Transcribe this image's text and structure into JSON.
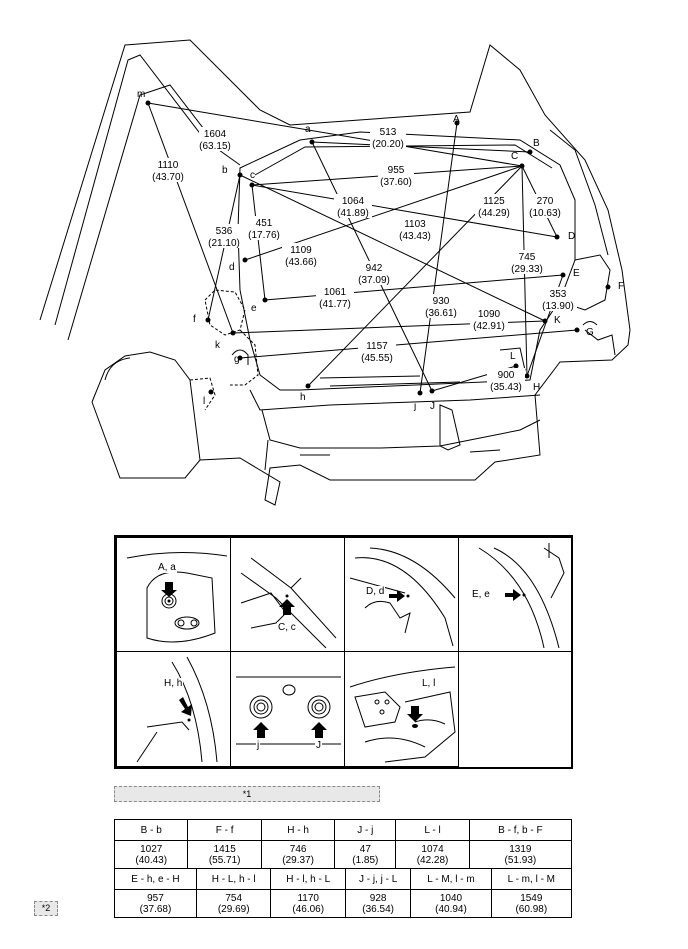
{
  "points": [
    {
      "id": "m",
      "label": "m"
    },
    {
      "id": "a",
      "label": "a"
    },
    {
      "id": "A",
      "label": "A"
    },
    {
      "id": "B",
      "label": "B"
    },
    {
      "id": "C",
      "label": "C"
    },
    {
      "id": "b",
      "label": "b"
    },
    {
      "id": "c",
      "label": "c"
    },
    {
      "id": "D",
      "label": "D"
    },
    {
      "id": "d",
      "label": "d"
    },
    {
      "id": "E",
      "label": "E"
    },
    {
      "id": "e",
      "label": "e"
    },
    {
      "id": "F",
      "label": "F"
    },
    {
      "id": "f",
      "label": "f"
    },
    {
      "id": "G",
      "label": "G"
    },
    {
      "id": "g",
      "label": "g"
    },
    {
      "id": "K",
      "label": "K"
    },
    {
      "id": "k",
      "label": "k"
    },
    {
      "id": "L",
      "label": "L"
    },
    {
      "id": "H",
      "label": "H"
    },
    {
      "id": "h",
      "label": "h"
    },
    {
      "id": "j",
      "label": "j"
    },
    {
      "id": "J",
      "label": "J"
    },
    {
      "id": "l",
      "label": "l"
    }
  ],
  "measurements": [
    {
      "from": "m",
      "to": "C",
      "mm": "1604",
      "in": "(63.15)"
    },
    {
      "from": "m",
      "to": "k",
      "mm": "1110",
      "in": "(43.70)"
    },
    {
      "from": "a",
      "to": "B",
      "mm": "513",
      "in": "(20.20)"
    },
    {
      "from": "c",
      "to": "C",
      "mm": "955",
      "in": "(37.60)"
    },
    {
      "from": "c",
      "to": "D",
      "mm": "1064",
      "in": "(41.89)"
    },
    {
      "from": "C",
      "to": "h",
      "mm": "1125",
      "in": "(44.29)"
    },
    {
      "from": "C",
      "to": "D",
      "mm": "270",
      "in": "(10.63)"
    },
    {
      "from": "b",
      "to": "K",
      "mm": "1103",
      "in": "(43.43)"
    },
    {
      "from": "b",
      "to": "f",
      "mm": "536",
      "in": "(21.10)"
    },
    {
      "from": "c",
      "to": "e",
      "mm": "451",
      "in": "(17.76)"
    },
    {
      "from": "d",
      "to": "C",
      "mm": "1109",
      "in": "(43.66)"
    },
    {
      "from": "a",
      "to": "J",
      "mm": "942",
      "in": "(37.09)"
    },
    {
      "from": "C",
      "to": "H",
      "mm": "745",
      "in": "(29.33)"
    },
    {
      "from": "e",
      "to": "E",
      "mm": "1061",
      "in": "(41.77)"
    },
    {
      "from": "A",
      "to": "j",
      "mm": "930",
      "in": "(36.61)"
    },
    {
      "from": "E",
      "to": "H",
      "mm": "353",
      "in": "(13.90)"
    },
    {
      "from": "k",
      "to": "K",
      "mm": "1090",
      "in": "(42.91)"
    },
    {
      "from": "g",
      "to": "G",
      "mm": "1157",
      "in": "(45.55)"
    },
    {
      "from": "J",
      "to": "L",
      "mm": "900",
      "in": "(35.43)"
    }
  ],
  "details": [
    {
      "id": "aa",
      "label": "A, a"
    },
    {
      "id": "cc",
      "label": "C, c"
    },
    {
      "id": "dd",
      "label": "D, d"
    },
    {
      "id": "ee",
      "label": "E, e"
    },
    {
      "id": "hh",
      "label": "H, h"
    },
    {
      "id": "jj",
      "label_j": "j",
      "label_J": "J"
    },
    {
      "id": "ll",
      "label": "L, l"
    }
  ],
  "notes": {
    "n1": "*1",
    "n2": "*2"
  },
  "table1": {
    "headers": [
      "B - b",
      "F - f",
      "H - h",
      "J - j",
      "L - l",
      "B - f, b - F"
    ],
    "mm": [
      "1027",
      "1415",
      "746",
      "47",
      "1074",
      "1319"
    ],
    "in": [
      "(40.43)",
      "(55.71)",
      "(29.37)",
      "(1.85)",
      "(42.28)",
      "(51.93)"
    ]
  },
  "table2": {
    "headers": [
      "E - h, e - H",
      "H - L, h - l",
      "H - l, h - L",
      "J - j, j - L",
      "L - M, l - m",
      "L - m, l - M"
    ],
    "mm": [
      "957",
      "754",
      "1170",
      "928",
      "1040",
      "1549"
    ],
    "in": [
      "(37.68)",
      "(29.69)",
      "(46.06)",
      "(36.54)",
      "(40.94)",
      "(60.98)"
    ]
  }
}
